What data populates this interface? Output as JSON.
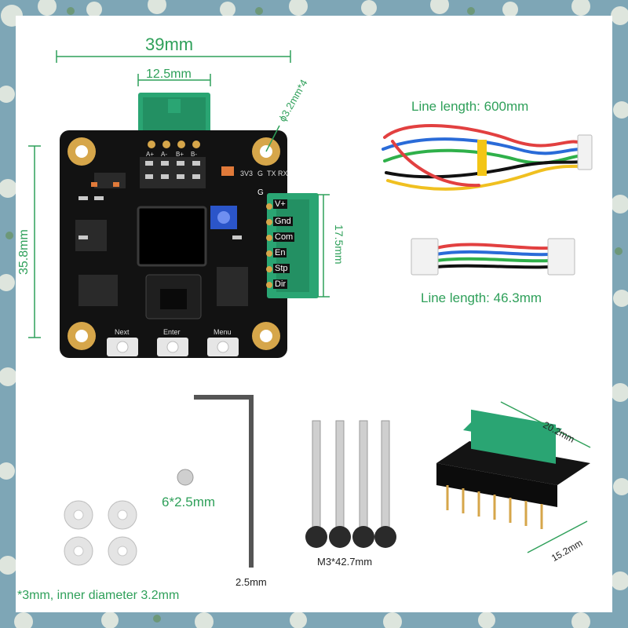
{
  "dimensions": {
    "width": "39mm",
    "connector_width": "12.5mm",
    "hole": "ϕ3.2mm*4",
    "height": "35.8mm",
    "side_connector": "17.5mm"
  },
  "cables": {
    "long_cable": "Line length: 600mm",
    "short_cable": "Line length: 46.3mm"
  },
  "accessories": {
    "magnet": "6*2.5mm",
    "allen_key": "2.5mm",
    "screws": "M3*42.7mm",
    "washers": "*3mm, inner diameter 3.2mm",
    "adapter_width": "20.2mm",
    "adapter_depth": "15.2mm"
  },
  "board": {
    "pins_side": [
      "V+",
      "Gnd",
      "Com",
      "En",
      "Stp",
      "Dir"
    ],
    "pins_top": [
      "A+",
      "A-",
      "B+",
      "B-"
    ],
    "header_labels": [
      "3V3",
      "G",
      "TX",
      "RX"
    ],
    "button_labels": [
      "Next",
      "Enter",
      "Menu"
    ],
    "g_label": "G"
  },
  "colors": {
    "dimension": "#2fa05a",
    "pcb": "#121212",
    "connector": "#2aa573",
    "gold": "#d6a64a"
  }
}
